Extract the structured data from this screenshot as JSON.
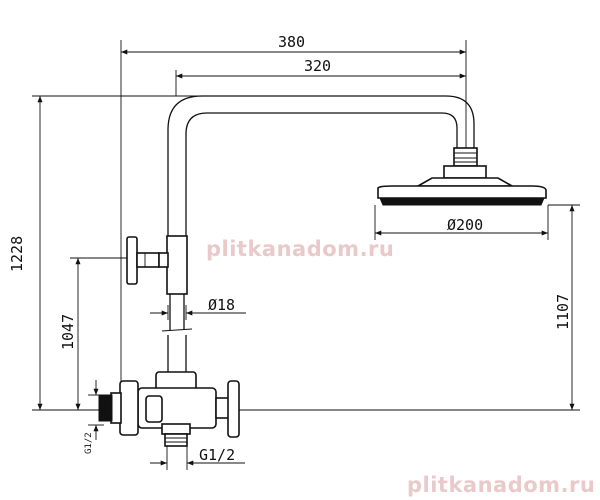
{
  "dimensions": {
    "overall_width": "380",
    "arm_width": "320",
    "head_diameter": "Ø200",
    "total_height": "1228",
    "outlet_height": "1107",
    "valve_height": "1047",
    "pipe_diameter": "Ø18",
    "inlet_thread": "G1/2",
    "side_thread": "G1/2"
  },
  "watermarks": {
    "center": "plitkanadom.ru",
    "bottom": "plitkanadom.ru"
  }
}
